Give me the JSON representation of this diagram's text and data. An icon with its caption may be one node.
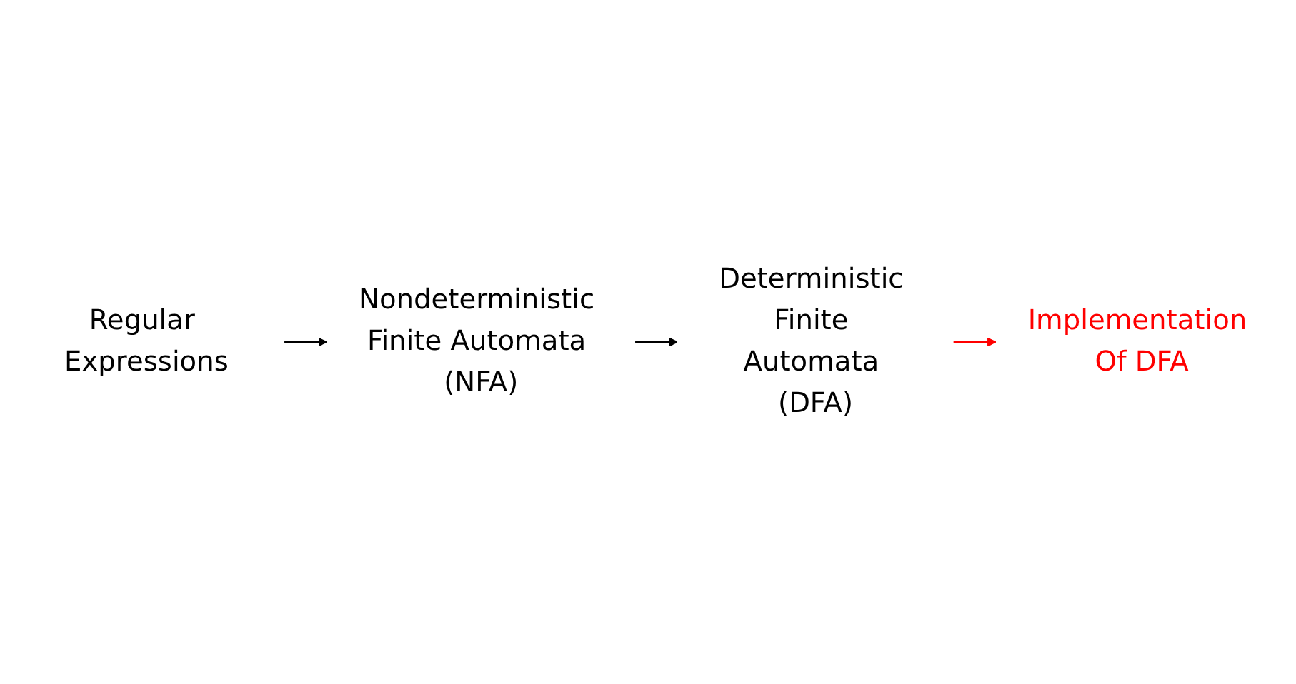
{
  "diagram": {
    "nodes": [
      {
        "text": [
          "Regular Expressions"
        ]
      },
      {
        "text": [
          "Nondeterministic Finite Automata (NFA)"
        ]
      },
      {
        "text": [
          "Deterministic Finite Automata (DFA)"
        ]
      },
      {
        "text": [
          "Implementation Of DFA"
        ]
      }
    ],
    "edges": [
      {
        "from": 0,
        "to": 1,
        "arrow": "to"
      },
      {
        "from": 1,
        "to": 2,
        "arrow": "to"
      },
      {
        "from": 2,
        "to": 3,
        "arrow": "to",
        "color": "#ff0000"
      }
    ]
  }
}
